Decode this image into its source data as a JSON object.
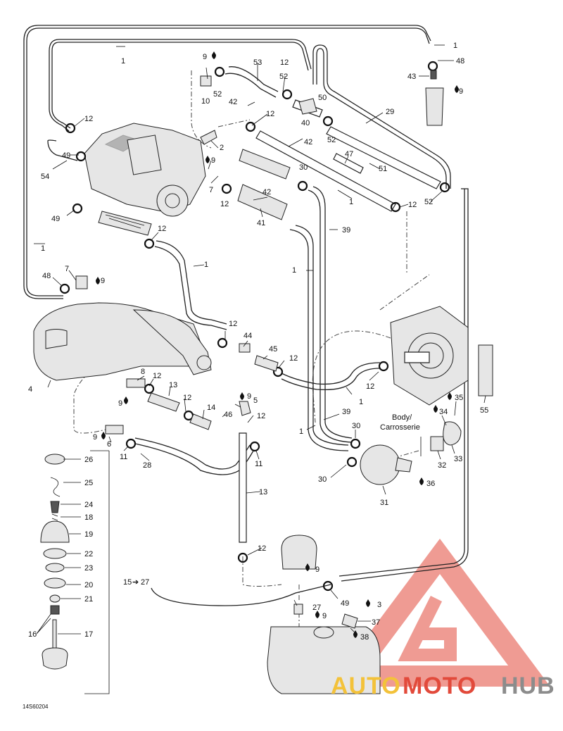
{
  "diagram": {
    "reference_code": "14S60204",
    "body_label_line1": "Body/",
    "body_label_line2": "Carrosserie",
    "callouts": {
      "c1_top_right": "1",
      "c1_top": "1",
      "c1_left": "1",
      "c1_mid": "1",
      "c1_center": "1",
      "c1_rear": "1",
      "c1_lower": "1",
      "c1_mid_right": "1",
      "c1_lower_right": "1",
      "c2": "2",
      "c3": "3",
      "c4": "4",
      "c5": "5",
      "c6": "6",
      "c7_left": "7",
      "c7_mid": "7",
      "c8": "8",
      "c9_top": "9",
      "c9_head": "9",
      "c9_left": "9",
      "c9_fitting": "9",
      "c9_low": "9",
      "c9_mid": "9",
      "c9_bottom": "9",
      "c9_right": "9",
      "c10": "10",
      "c11_left": "11",
      "c11_right": "11",
      "c12_top": "12",
      "c12_a": "12",
      "c12_b": "12",
      "c12_c": "12",
      "c12_d": "12",
      "c12_e": "12",
      "c12_f": "12",
      "c12_g": "12",
      "c12_h": "12",
      "c12_i": "12",
      "c12_j": "12",
      "c12_k": "12",
      "c13_a": "13",
      "c13_b": "13",
      "c14": "14",
      "c15_27": "15",
      "arrow_27": "27",
      "c16": "16",
      "c17": "17",
      "c18": "18",
      "c19": "19",
      "c20": "20",
      "c21": "21",
      "c22": "22",
      "c23": "23",
      "c24": "24",
      "c25": "25",
      "c26": "26",
      "c27": "27",
      "c28": "28",
      "c29": "29",
      "c30_a": "30",
      "c30_b": "30",
      "c30_c": "30",
      "c31": "31",
      "c32": "32",
      "c33": "33",
      "c34": "34",
      "c35": "35",
      "c36": "36",
      "c37": "37",
      "c38": "38",
      "c39_a": "39",
      "c39_b": "39",
      "c40": "40",
      "c41": "41",
      "c42_a": "42",
      "c42_b": "42",
      "c42_c": "42",
      "c43": "43",
      "c44": "44",
      "c45": "45",
      "c46": "46",
      "c47": "47",
      "c48_top": "48",
      "c48_left": "48",
      "c49_a": "49",
      "c49_b": "49",
      "c49_c": "49",
      "c50": "50",
      "c51": "51",
      "c52_a": "52",
      "c52_b": "52",
      "c52_c": "52",
      "c52_d": "52",
      "c53": "53",
      "c54": "54",
      "c55": "55"
    }
  },
  "watermark": {
    "part1": "AUTO",
    "part2": "MOTO",
    "part3": "HUB",
    "color_red": "#e24a3b",
    "color_yellow": "#f3c23a",
    "color_gray": "#8c8c8c"
  }
}
